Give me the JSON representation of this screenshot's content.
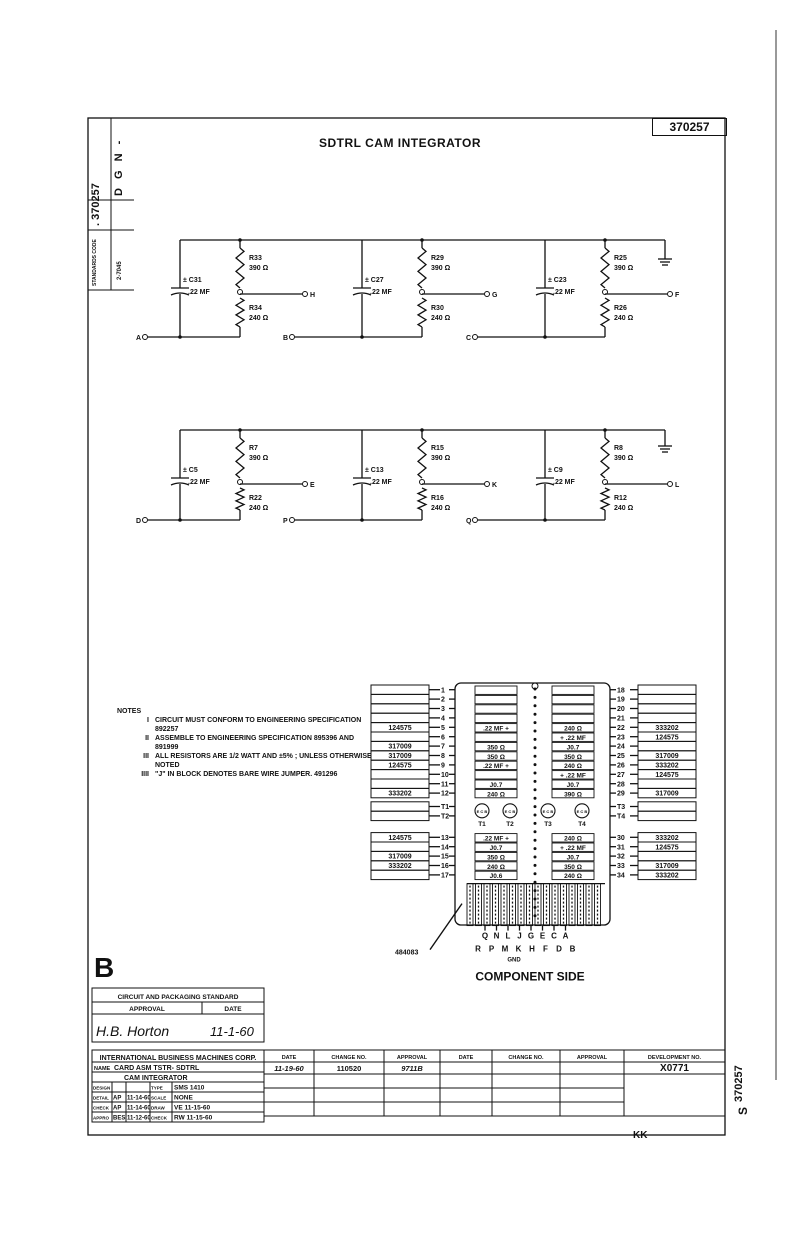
{
  "drawing_number": "370257",
  "title": "SDTRL CAM INTEGRATOR",
  "side_strip": {
    "number": ". 370257",
    "code": "D G N -",
    "standards_label": "STANDARDS CODE",
    "standards_value": "2-7045"
  },
  "circuit_top": {
    "stages": [
      {
        "cap": "C31",
        "cap_val": ".22 MF",
        "r_top": "R33",
        "r_top_val": "390 Ω",
        "r_bot": "R34",
        "r_bot_val": "240 Ω",
        "out": "H",
        "in": "A"
      },
      {
        "cap": "C27",
        "cap_val": ".22 MF",
        "r_top": "R29",
        "r_top_val": "390 Ω",
        "r_bot": "R30",
        "r_bot_val": "240 Ω",
        "out": "G",
        "in": "B"
      },
      {
        "cap": "C23",
        "cap_val": ".22 MF",
        "r_top": "R25",
        "r_top_val": "390 Ω",
        "r_bot": "R26",
        "r_bot_val": "240 Ω",
        "out": "F",
        "in": "C"
      }
    ]
  },
  "circuit_bottom": {
    "stages": [
      {
        "cap": "C5",
        "cap_val": ".22 MF",
        "r_top": "R7",
        "r_top_val": "390 Ω",
        "r_bot": "R22",
        "r_bot_val": "240 Ω",
        "out": "E",
        "in": "D"
      },
      {
        "cap": "C13",
        "cap_val": ".22 MF",
        "r_top": "R15",
        "r_top_val": "390 Ω",
        "r_bot": "R16",
        "r_bot_val": "240 Ω",
        "out": "K",
        "in": "P"
      },
      {
        "cap": "C9",
        "cap_val": ".22 MF",
        "r_top": "R8",
        "r_top_val": "390 Ω",
        "r_bot": "R12",
        "r_bot_val": "240 Ω",
        "out": "L",
        "in": "Q"
      }
    ]
  },
  "notes": {
    "heading": "NOTES",
    "items": [
      {
        "roman": "I",
        "text": "CIRCUIT MUST CONFORM TO ENGINEERING SPECIFICATION 892257"
      },
      {
        "roman": "II",
        "text": "ASSEMBLE TO ENGINEERING SPECIFICATION 895396 AND 891999"
      },
      {
        "roman": "III",
        "text": "ALL RESISTORS ARE 1/2 WATT AND ±5% ; UNLESS OTHERWISE NOTED"
      },
      {
        "roman": "IIII",
        "text": "\"J\" IN BLOCK DENOTES BARE WIRE JUMPER. 491296"
      }
    ]
  },
  "card": {
    "left_rows": [
      {
        "pin": "1",
        "part": ""
      },
      {
        "pin": "2",
        "part": ""
      },
      {
        "pin": "3",
        "part": ""
      },
      {
        "pin": "4",
        "part": ""
      },
      {
        "pin": "5",
        "part": "124575"
      },
      {
        "pin": "6",
        "part": ""
      },
      {
        "pin": "7",
        "part": "317009"
      },
      {
        "pin": "8",
        "part": "317009"
      },
      {
        "pin": "9",
        "part": "124575"
      },
      {
        "pin": "10",
        "part": ""
      },
      {
        "pin": "11",
        "part": ""
      },
      {
        "pin": "12",
        "part": "333202"
      }
    ],
    "left_t_rows": [
      {
        "pin": "T1"
      },
      {
        "pin": "T2"
      }
    ],
    "left_rows_b": [
      {
        "pin": "13",
        "part": "124575"
      },
      {
        "pin": "14",
        "part": ""
      },
      {
        "pin": "15",
        "part": "317009"
      },
      {
        "pin": "16",
        "part": "333202"
      },
      {
        "pin": "17",
        "part": ""
      }
    ],
    "right_rows": [
      {
        "pin": "18",
        "part": ""
      },
      {
        "pin": "19",
        "part": ""
      },
      {
        "pin": "20",
        "part": ""
      },
      {
        "pin": "21",
        "part": ""
      },
      {
        "pin": "22",
        "part": "333202"
      },
      {
        "pin": "23",
        "part": "124575"
      },
      {
        "pin": "24",
        "part": ""
      },
      {
        "pin": "25",
        "part": "317009"
      },
      {
        "pin": "26",
        "part": "333202"
      },
      {
        "pin": "27",
        "part": "124575"
      },
      {
        "pin": "28",
        "part": ""
      },
      {
        "pin": "29",
        "part": "317009"
      }
    ],
    "right_t_rows": [
      {
        "pin": "T3"
      },
      {
        "pin": "T4"
      }
    ],
    "right_rows_b": [
      {
        "pin": "30",
        "part": "333202"
      },
      {
        "pin": "31",
        "part": "124575"
      },
      {
        "pin": "32",
        "part": ""
      },
      {
        "pin": "33",
        "part": "317009"
      },
      {
        "pin": "34",
        "part": "333202"
      }
    ],
    "inner_left": [
      ".22 MF +",
      "",
      "350 Ω",
      "350 Ω",
      ".22 MF +",
      "",
      "J0.7",
      "240 Ω"
    ],
    "inner_right": [
      "240 Ω",
      "+ .22 MF",
      "J0.7",
      "350 Ω",
      "240 Ω",
      "+ .22 MF",
      "J0.7",
      "390 Ω"
    ],
    "inner_left_b": [
      ".22 MF +",
      "J0.7",
      "350 Ω",
      "240 Ω",
      "J0.6"
    ],
    "inner_right_b": [
      "240 Ω",
      "+ .22 MF",
      "J0.7",
      "350 Ω",
      "240 Ω"
    ],
    "transistors": [
      "T1",
      "T2",
      "T3",
      "T4"
    ],
    "transistor_pins": "E C B",
    "connector_letters": "R P M K H F D B",
    "connector_letters_top": "Q N L J G E C A",
    "gnd": "GND",
    "connector_part": "484083",
    "side_label": "COMPONENT SIDE"
  },
  "revision_letter": "B",
  "titleblock": {
    "standard": "CIRCUIT AND PACKAGING STANDARD",
    "approval": "APPROVAL",
    "date": "DATE",
    "signature": "H.B. Horton",
    "sign_date": "11-1-60",
    "company": "INTERNATIONAL BUSINESS MACHINES CORP.",
    "name_label": "NAME",
    "name_value": "CARD ASM TSTR- SDTRL",
    "name_value2": "CAM INTEGRATOR",
    "rows": [
      {
        "k": "DESIGN",
        "v": "",
        "d": "",
        "k2": "TYPE",
        "v2": "SMS 1410"
      },
      {
        "k": "DETAIL",
        "v": "AP",
        "d": "11-14-60",
        "k2": "SCALE",
        "v2": "NONE"
      },
      {
        "k": "CHECK",
        "v": "AP",
        "d": "11-14-60",
        "k2": "DRAW",
        "v2": "VE 11-15-60"
      },
      {
        "k": "APPRO",
        "v": "BES",
        "d": "11-12-60",
        "k2": "CHECK",
        "v2": "RW 11-15-60"
      }
    ],
    "change_headers": [
      "DATE",
      "CHANGE NO.",
      "APPROVAL",
      "DATE",
      "CHANGE NO.",
      "APPROVAL",
      "DEVELOPMENT NO."
    ],
    "change_row": [
      "11-19-60",
      "110520",
      "9711B",
      "",
      "",
      "",
      "X0771"
    ],
    "vertical_number": "370257",
    "corner": "KK",
    "edge_mark": "S"
  }
}
